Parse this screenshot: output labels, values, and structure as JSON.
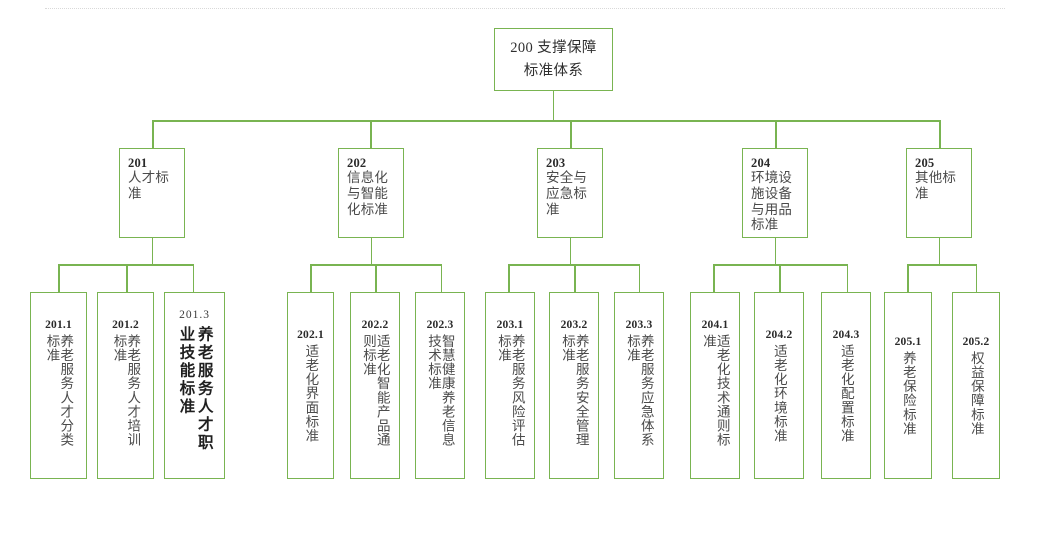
{
  "diagram": {
    "title": "200 支撑保障标准体系",
    "accent_color": "#79b451",
    "background": "#ffffff",
    "root": {
      "code": "200",
      "line1": "200 支撑保障",
      "line2": "标准体系"
    },
    "branches": [
      {
        "code": "201",
        "label": "人才标准",
        "children": [
          {
            "code": "201.1",
            "label": "养老服务人才分类标准",
            "emphasis": false
          },
          {
            "code": "201.2",
            "label": "养老服务人才培训标准",
            "emphasis": false
          },
          {
            "code": "201.3",
            "label": "养老服务人才职业技能标准",
            "emphasis": true
          }
        ]
      },
      {
        "code": "202",
        "label": "信息化与智能化标准",
        "children": [
          {
            "code": "202.1",
            "label": "适老化界面标准",
            "emphasis": false
          },
          {
            "code": "202.2",
            "label": "适老化智能产品通则标准",
            "emphasis": false
          },
          {
            "code": "202.3",
            "label": "智慧健康养老信息技术标准",
            "emphasis": false
          }
        ]
      },
      {
        "code": "203",
        "label": "安全与应急标准",
        "children": [
          {
            "code": "203.1",
            "label": "养老服务风险评估标准",
            "emphasis": false
          },
          {
            "code": "203.2",
            "label": "养老服务安全管理标准",
            "emphasis": false
          },
          {
            "code": "203.3",
            "label": "养老服务应急体系标准",
            "emphasis": false
          }
        ]
      },
      {
        "code": "204",
        "label": "环境设施设备与用品标准",
        "children": [
          {
            "code": "204.1",
            "label": "适老化技术通则标准",
            "emphasis": false
          },
          {
            "code": "204.2",
            "label": "适老化环境标准",
            "emphasis": false
          },
          {
            "code": "204.3",
            "label": "适老化配置标准",
            "emphasis": false
          }
        ]
      },
      {
        "code": "205",
        "label": "其他标准",
        "children": [
          {
            "code": "205.1",
            "label": "养老保险标准",
            "emphasis": false
          },
          {
            "code": "205.2",
            "label": "权益保障标准",
            "emphasis": false
          }
        ]
      }
    ]
  }
}
